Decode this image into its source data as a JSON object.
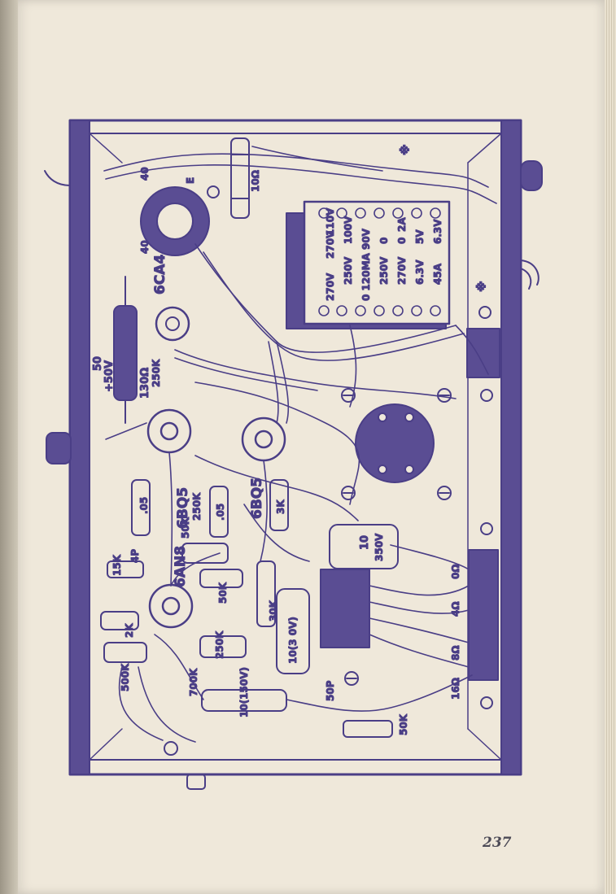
{
  "tube_labels": {
    "rectifier": "6CA4",
    "output_1": "6BQ5",
    "output_2": "6BQ5",
    "preamp": "6AN8"
  },
  "transformer_labels": {
    "row1": [
      "270V",
      "110V",
      "100V",
      "0",
      "0",
      "2A",
      "5V",
      "6.3V"
    ],
    "row2": [
      "270V",
      "250V",
      "0",
      "120MA",
      "90V",
      "250V",
      "270V",
      "6.3V",
      "45A"
    ],
    "row2_full": [
      "270V",
      "250V",
      "0 120MA 90V",
      "250V",
      "270V",
      "6.3V",
      "45A"
    ]
  },
  "component_labels": {
    "r_10ohm": "10Ω",
    "r_130ohm": "130Ω",
    "cap_50_50v": "50",
    "cap_50_50v_rating": "+50V",
    "r_250k_a": "250K",
    "r_250k_b": "250K",
    "cap_05_a": ".05",
    "cap_05_b": ".05",
    "r_3k": "3K",
    "r_50k_a": "50K",
    "r_50k_b": "50K",
    "r_15k": "15K",
    "cap_4p": "4P",
    "r_2k": "2K",
    "r_500k": "500K",
    "r_700k": "700K",
    "r_250k_c": "250K",
    "r_30k": "30K",
    "cap_10_300v": "10(3  0V)",
    "cap_10_150v": "10(150V)",
    "cap_50p": "50P",
    "r_50k_c": "50K",
    "cap_10_350v": "10",
    "cap_10_350v_rating": "350V",
    "tap_40_a": "40",
    "tap_40_b": "40",
    "tap_e": "E"
  },
  "speaker_taps": [
    "0Ω",
    "4Ω",
    "8Ω",
    "16Ω"
  ],
  "asterisk_marks": [
    "※",
    "※"
  ],
  "page_number": "237",
  "colors": {
    "ink": "#4a3e86",
    "paper": "#efe8da",
    "chassis_fill": "#5a4d93"
  }
}
